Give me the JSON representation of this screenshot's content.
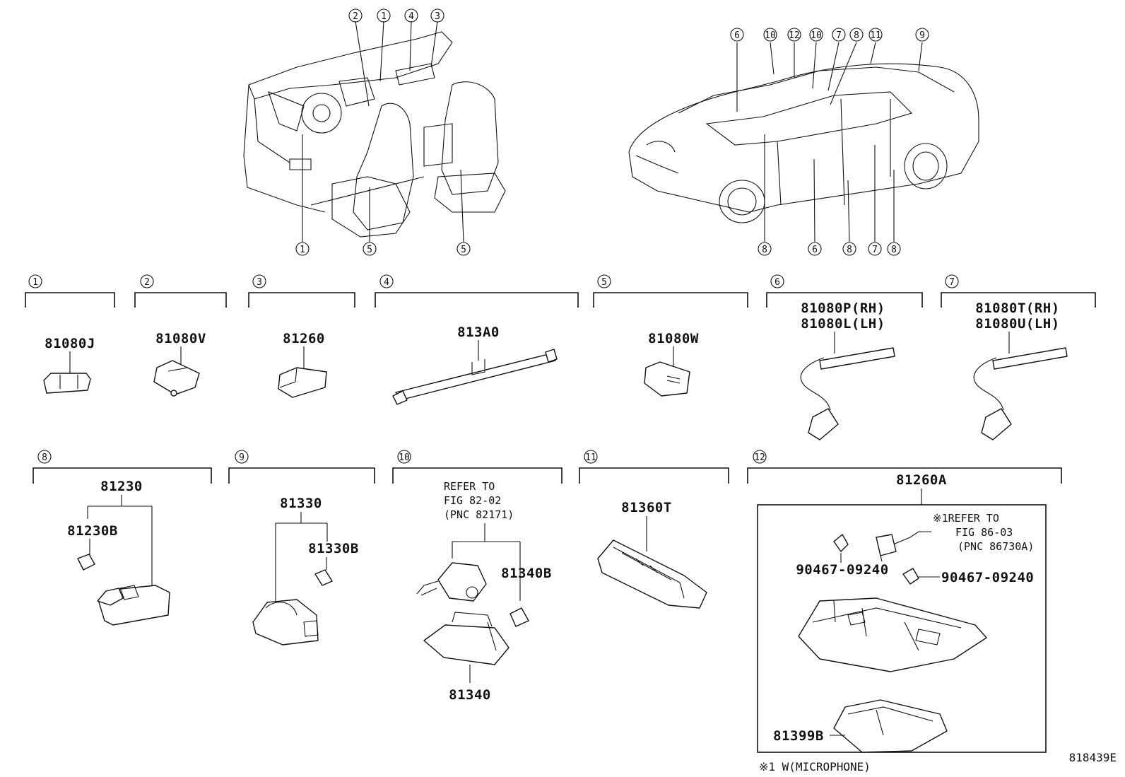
{
  "callouts": [
    "1",
    "2",
    "3",
    "4",
    "5",
    "6",
    "7",
    "8",
    "9",
    "10",
    "11",
    "12"
  ],
  "top_left_labels": [
    "2",
    "1",
    "4",
    "3",
    "1",
    "5",
    "5"
  ],
  "top_right_labels_top": [
    "6",
    "10",
    "12",
    "10",
    "7",
    "8",
    "11",
    "9"
  ],
  "top_right_labels_bottom": [
    "8",
    "6",
    "8",
    "7",
    "8"
  ],
  "groups": {
    "g1": {
      "num": "1",
      "parts": [
        "81080J"
      ]
    },
    "g2": {
      "num": "2",
      "parts": [
        "81080V"
      ]
    },
    "g3": {
      "num": "3",
      "parts": [
        "81260"
      ]
    },
    "g4": {
      "num": "4",
      "parts": [
        "813A0"
      ]
    },
    "g5": {
      "num": "5",
      "parts": [
        "81080W"
      ]
    },
    "g6": {
      "num": "6",
      "parts": [
        "81080P(RH)",
        "81080L(LH)"
      ]
    },
    "g7": {
      "num": "7",
      "parts": [
        "81080T(RH)",
        "81080U(LH)"
      ]
    },
    "g8": {
      "num": "8",
      "parts": [
        "81230",
        "81230B"
      ]
    },
    "g9": {
      "num": "9",
      "parts": [
        "81330",
        "81330B"
      ]
    },
    "g10": {
      "num": "10",
      "parts": [
        "81340B",
        "81340"
      ],
      "refer": [
        "REFER TO",
        "FIG 82-02",
        "(PNC 82171)"
      ]
    },
    "g11": {
      "num": "11",
      "parts": [
        "81360T"
      ]
    },
    "g12": {
      "num": "12",
      "parts": [
        "81260A",
        "90467-09240",
        "90467-09240",
        "81399B"
      ],
      "refer": [
        "※1REFER TO",
        "FIG 86-03",
        "(PNC 86730A)"
      ]
    }
  },
  "footnote": "※1 W(MICROPHONE)",
  "figure_code": "818439E"
}
